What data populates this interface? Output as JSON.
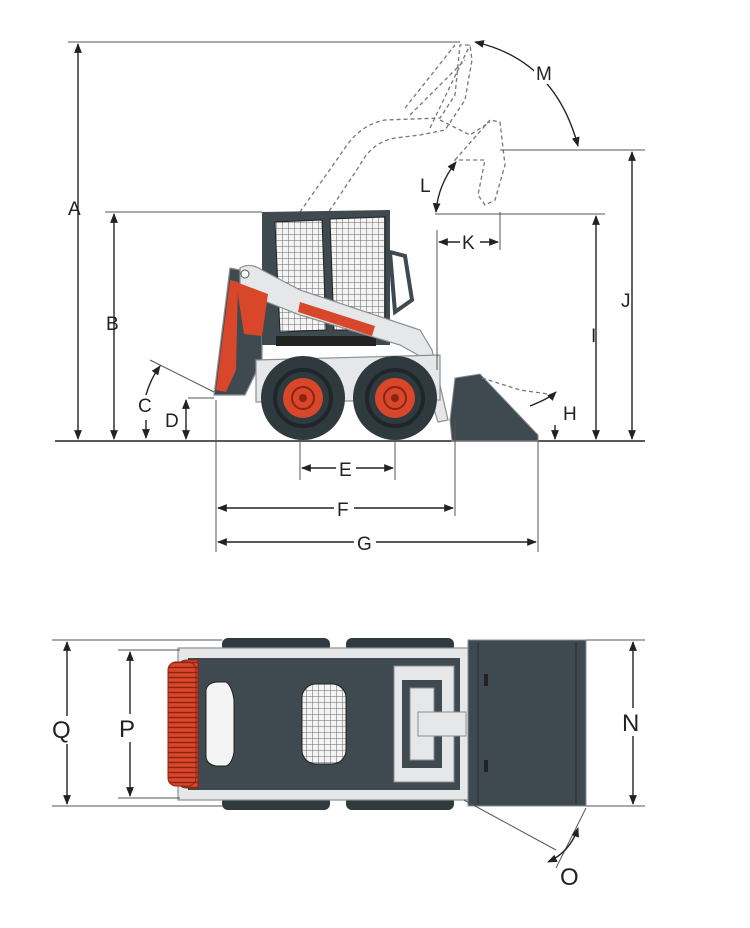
{
  "side_view": {
    "labels": {
      "A": "A",
      "B": "B",
      "C": "C",
      "D": "D",
      "E": "E",
      "F": "F",
      "G": "G",
      "H": "H",
      "I": "I",
      "J": "J",
      "K": "K",
      "L": "L",
      "M": "M"
    }
  },
  "top_view": {
    "labels": {
      "N": "N",
      "O": "O",
      "P": "P",
      "Q": "Q"
    }
  },
  "colors": {
    "body": "#3e4a4f",
    "accent": "#d9472b",
    "wheel": "#2f3a3f",
    "rim": "#d9472b",
    "frame": "#e6e7e8",
    "line": "#222222"
  }
}
